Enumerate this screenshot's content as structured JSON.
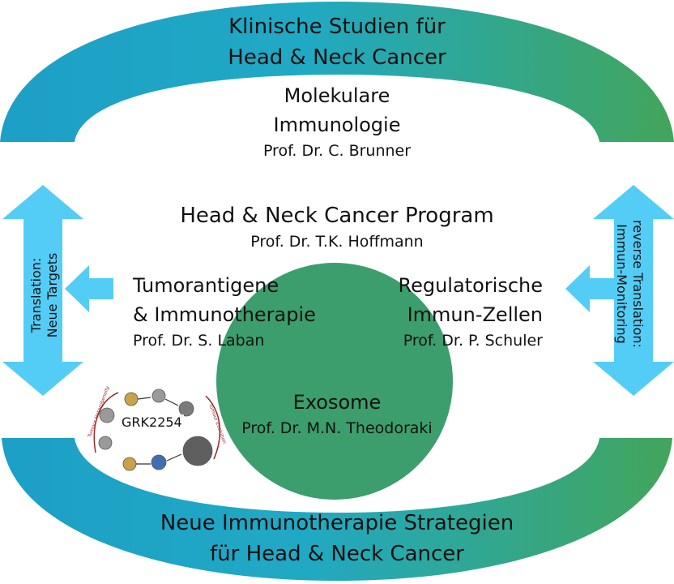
{
  "top_arc": {
    "line1": "Klinische Studien für",
    "line2": "Head & Neck Cancer"
  },
  "bottom_arc": {
    "line1": "Neue Immunotherapie Strategien",
    "line2": "für Head & Neck Cancer"
  },
  "molecular": {
    "line1": "Molekulare",
    "line2": "Immunologie",
    "prof": "Prof. Dr. C. Brunner"
  },
  "program": {
    "title": "Head & Neck Cancer Program",
    "prof": "Prof. Dr. T.K. Hoffmann"
  },
  "tumor": {
    "line1": "Tumorantigene",
    "line2": "& Immunotherapie",
    "prof": "Prof. Dr. S. Laban"
  },
  "regulatory": {
    "line1": "Regulatorische",
    "line2": "Immun-Zellen",
    "prof": "Prof. Dr. P. Schuler"
  },
  "exosome": {
    "title": "Exosome",
    "prof": "Prof. Dr. M.N. Theodoraki"
  },
  "left_arrow": {
    "line1": "Translation:",
    "line2": "Neue Targets"
  },
  "right_arrow": {
    "line1": "reverse Translation:",
    "line2": "Immun-Monitoring"
  },
  "grk": {
    "label": "GRK2254",
    "curve_left": "Tumour Heterogeneity",
    "curve_right": "Tumour Evolution"
  },
  "colors": {
    "arc_start": "#1d9fc6",
    "arc_end": "#3aa561",
    "circle": "#3c9e6c",
    "arrow": "#54cdf6"
  }
}
